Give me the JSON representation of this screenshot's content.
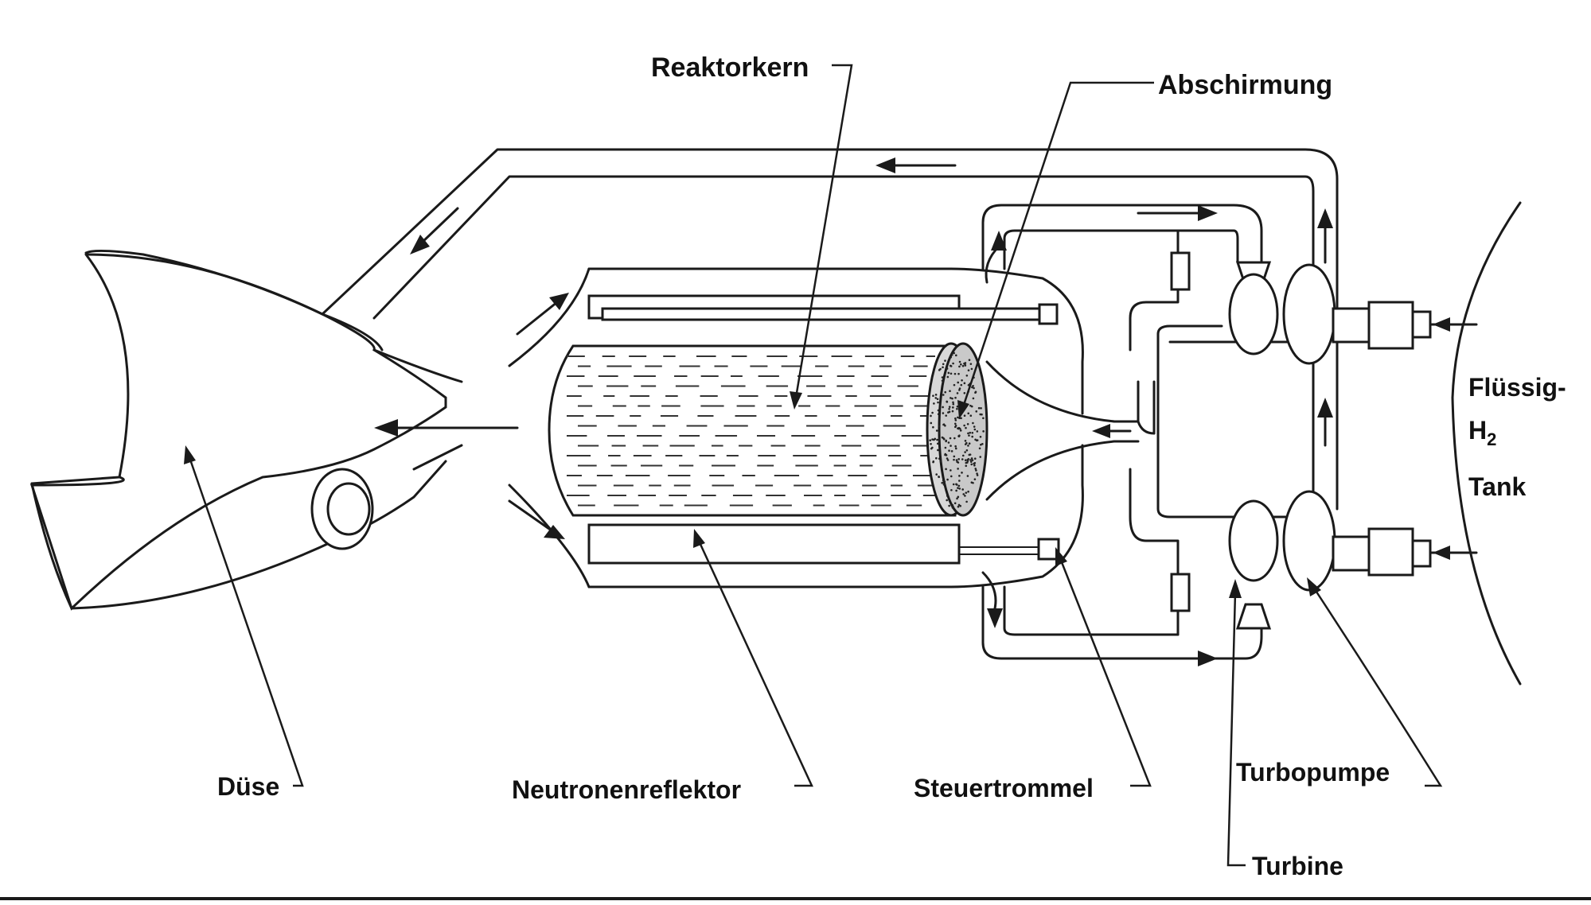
{
  "labels": {
    "reaktorkern": "Reaktorkern",
    "abschirmung": "Abschirmung",
    "fluessig_line1": "Flüssig-",
    "fluessig_line2": "H",
    "fluessig_sub": "2",
    "tank": "Tank",
    "duese": "Düse",
    "neutronenreflektor": "Neutronenreflektor",
    "steuertrommel": "Steuertrommel",
    "turbopumpe": "Turbopumpe",
    "turbine": "Turbine"
  },
  "colors": {
    "line": "#1a1a1a",
    "background": "#ffffff"
  }
}
